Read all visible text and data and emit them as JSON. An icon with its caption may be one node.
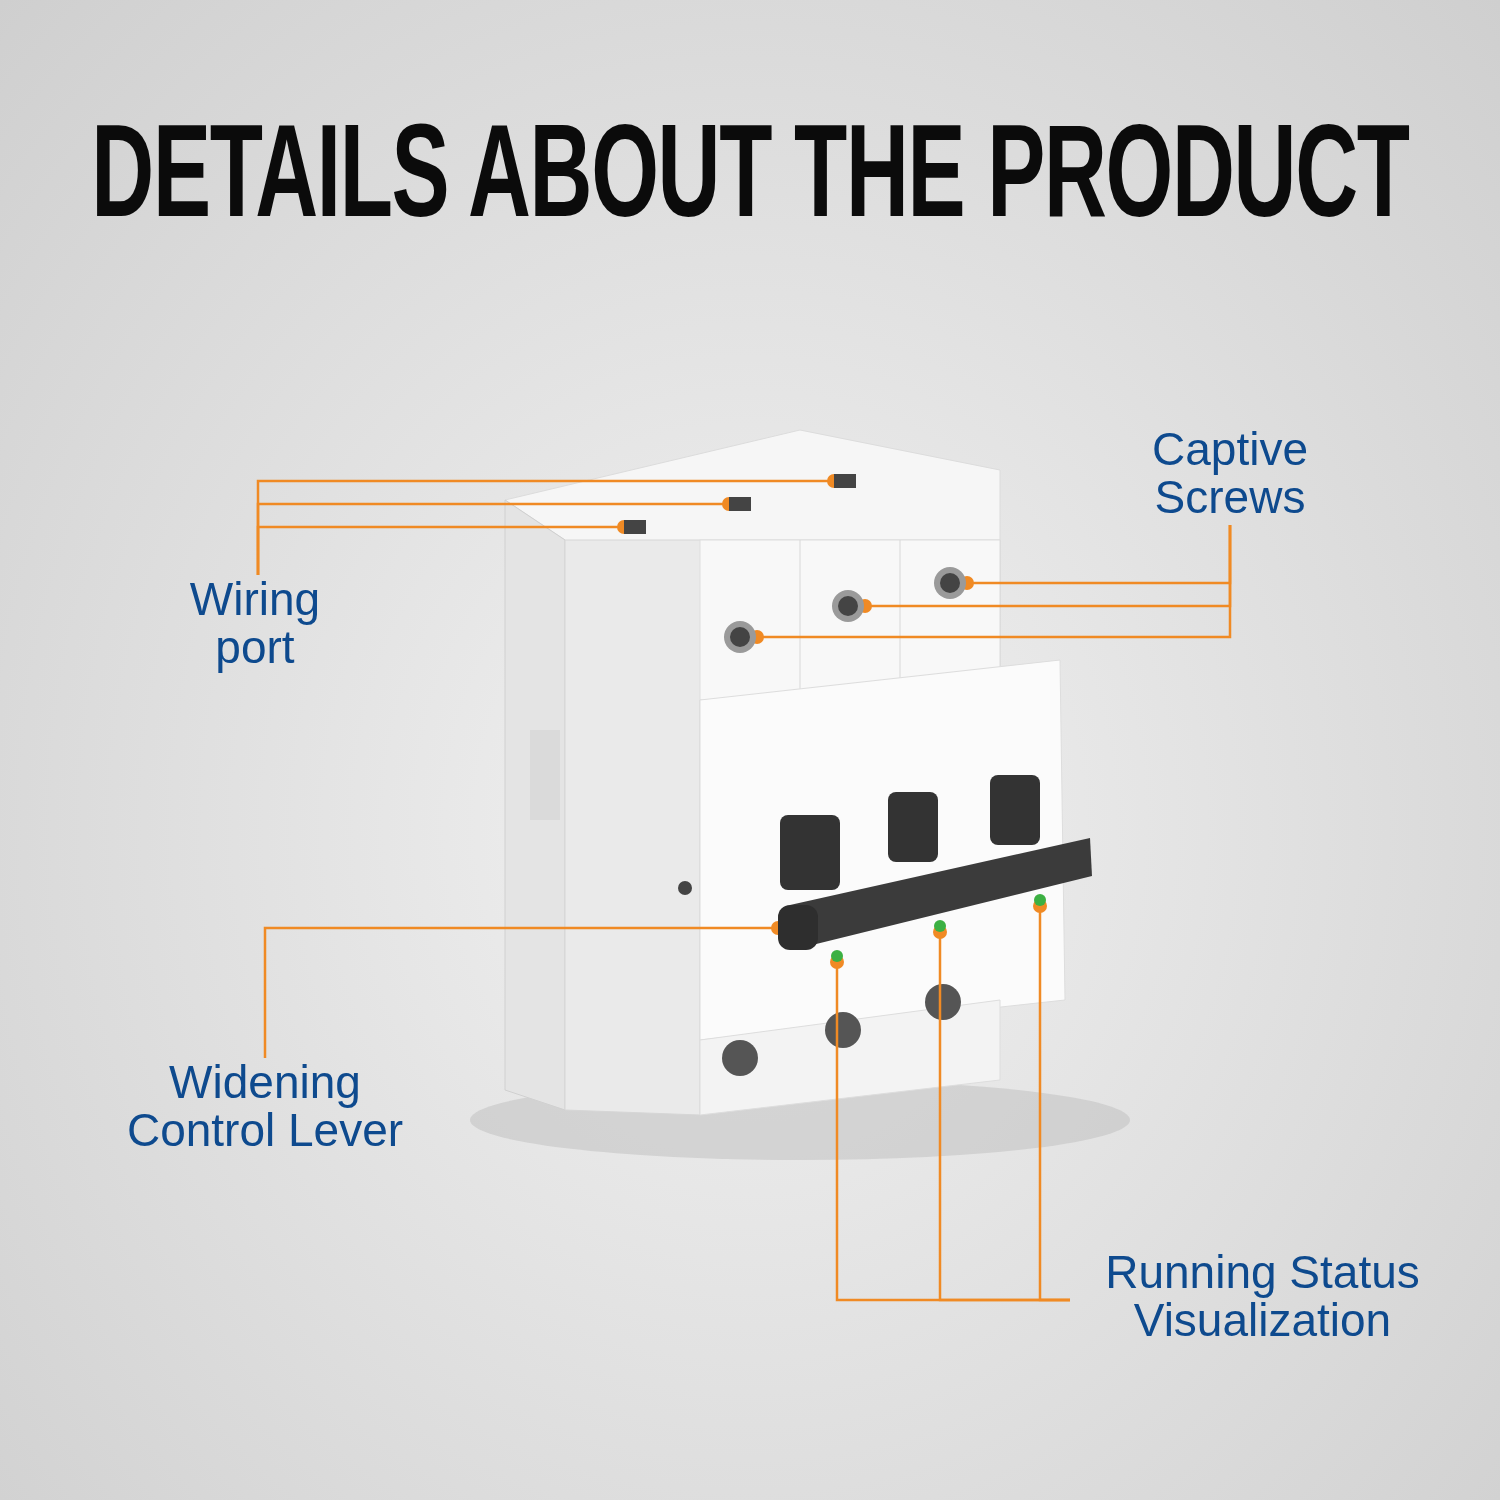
{
  "diagram": {
    "title": "DETAILS ABOUT THE PRODUCT",
    "nodes": [
      {
        "text": [
          "Wiring port"
        ]
      },
      {
        "text": [],
        "shape": "box"
      },
      {
        "text": [],
        "shape": "box"
      },
      {
        "text": [],
        "shape": "box"
      },
      {
        "text": [
          "Captive Screws"
        ]
      },
      {
        "text": [],
        "shape": "circle"
      },
      {
        "text": [],
        "shape": "circle"
      },
      {
        "text": [],
        "shape": "circle"
      },
      {
        "text": [
          "Widening Control Lever"
        ]
      },
      {
        "text": [],
        "shape": "bar"
      },
      {
        "text": [
          "Running Status Visualization"
        ]
      },
      {
        "text": [],
        "shape": "circle"
      },
      {
        "text": [],
        "shape": "circle"
      },
      {
        "text": [],
        "shape": "circle"
      }
    ],
    "edges": [
      {
        "from": 0,
        "to": 1,
        "arrow": "other"
      },
      {
        "from": 0,
        "to": 2,
        "arrow": "other"
      },
      {
        "from": 0,
        "to": 3,
        "arrow": "other"
      },
      {
        "from": 4,
        "to": 5,
        "arrow": "other"
      },
      {
        "from": 4,
        "to": 6,
        "arrow": "other"
      },
      {
        "from": 4,
        "to": 7,
        "arrow": "other"
      },
      {
        "from": 8,
        "to": 9,
        "arrow": "other"
      },
      {
        "from": 10,
        "to": 11,
        "arrow": "other"
      },
      {
        "from": 10,
        "to": 12,
        "arrow": "other"
      },
      {
        "from": 10,
        "to": 13,
        "arrow": "other"
      }
    ]
  }
}
